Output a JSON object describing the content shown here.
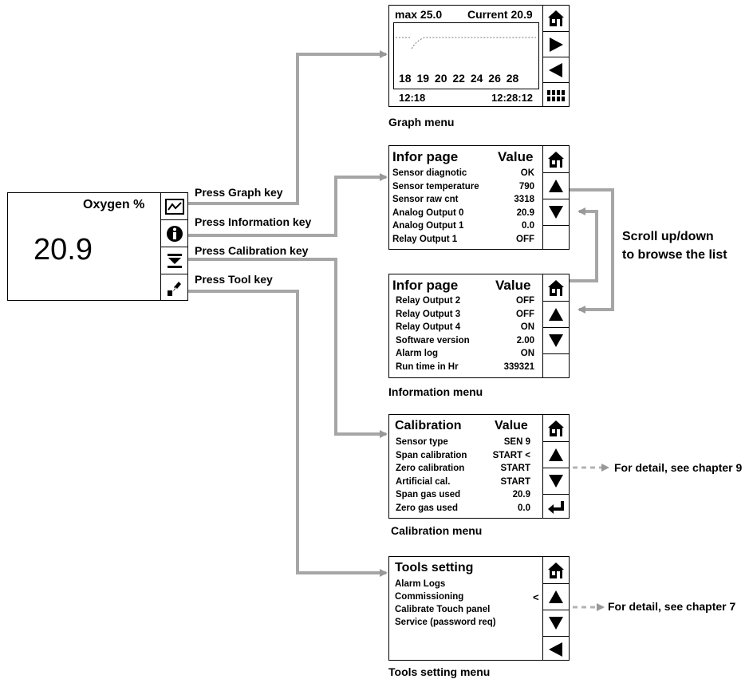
{
  "main_display": {
    "title": "Oxygen %",
    "value": "20.9",
    "keys": [
      "graph-icon",
      "info-icon",
      "calibration-icon",
      "tool-icon"
    ]
  },
  "key_labels": {
    "graph": "Press Graph key",
    "information": "Press Information key",
    "calibration": "Press Calibration key",
    "tool": "Press Tool key"
  },
  "graph_menu": {
    "max": "max 25.0",
    "current": "Current 20.9",
    "ticks": "18 19 20 22 24 26 28",
    "time_start": "12:18",
    "time_end": "12:28:12",
    "caption": "Graph menu",
    "buttons": [
      "home-icon",
      "play-icon",
      "back-icon",
      "grid-icon"
    ]
  },
  "info_page_1": {
    "title": "Infor page",
    "value_header": "Value",
    "rows": [
      {
        "label": "Sensor diagnotic",
        "value": "OK"
      },
      {
        "label": "Sensor temperature",
        "value": "790"
      },
      {
        "label": "Sensor raw cnt",
        "value": "3318"
      },
      {
        "label": "Analog Output 0",
        "value": "20.9"
      },
      {
        "label": "Analog Output 1",
        "value": "0.0"
      },
      {
        "label": "Relay Output 1",
        "value": "OFF"
      }
    ]
  },
  "info_page_2": {
    "title": "Infor page",
    "value_header": "Value",
    "rows": [
      {
        "label": "Relay Output 2",
        "value": "OFF"
      },
      {
        "label": "Relay Output 3",
        "value": "OFF"
      },
      {
        "label": "Relay Output 4",
        "value": "ON"
      },
      {
        "label": "Software version",
        "value": "2.00"
      },
      {
        "label": "Alarm log",
        "value": "ON"
      },
      {
        "label": "Run time in Hr",
        "value": "339321"
      }
    ]
  },
  "information_caption": "Information menu",
  "scroll_note": {
    "line1": "Scroll up/down",
    "line2": "to browse the list"
  },
  "calibration_menu": {
    "title": "Calibration",
    "value_header": "Value",
    "rows": [
      {
        "label": "Sensor type",
        "value": "SEN 9"
      },
      {
        "label": "Span calibration",
        "value": "START <"
      },
      {
        "label": "Zero calibration",
        "value": "START"
      },
      {
        "label": "Artificial cal.",
        "value": "START"
      },
      {
        "label": "Span gas used",
        "value": "20.9"
      },
      {
        "label": "Zero gas used",
        "value": "0.0"
      }
    ],
    "caption": "Calibration menu",
    "detail": "For detail, see chapter 9"
  },
  "tools_menu": {
    "title": "Tools setting",
    "items": [
      "Alarm Logs",
      "Commissioning",
      "Calibrate Touch panel",
      "Service (password req)"
    ],
    "cursor": "<",
    "caption": "Tools setting menu",
    "detail": "For detail, see chapter 7"
  }
}
